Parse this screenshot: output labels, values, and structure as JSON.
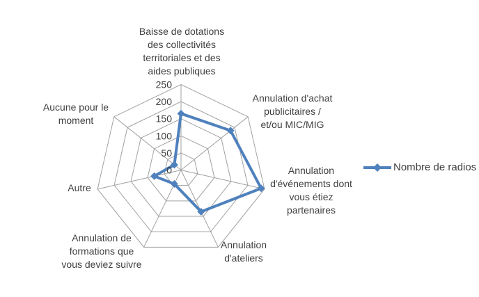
{
  "chart_data": {
    "type": "radar",
    "title": "",
    "categories": [
      "Baisse de dotations\ndes collectivités\nterritoriales et des\naides publiques",
      "Annulation d'achat\npublicitaires /\net/ou MIC/MIG",
      "Annulation\nd'événements dont\nvous étiez\npartenaires",
      "Annulation\nd'ateliers",
      "Annulation de\nformations que\nvous deviez suivre",
      "Autre",
      "Aucune pour le\nmoment"
    ],
    "series": [
      {
        "name": "Nombre de radios",
        "values": [
          165,
          185,
          240,
          135,
          45,
          80,
          25
        ],
        "color": "#4F81BD",
        "marker": "diamond"
      }
    ],
    "axis": {
      "min": 0,
      "max": 250,
      "step": 50,
      "tick_labels": [
        "0",
        "50",
        "100",
        "150",
        "200",
        "250"
      ]
    },
    "grid": true,
    "legend_position": "right",
    "grid_color": "#A0A0A0",
    "text_color": "#3F3F3F"
  }
}
